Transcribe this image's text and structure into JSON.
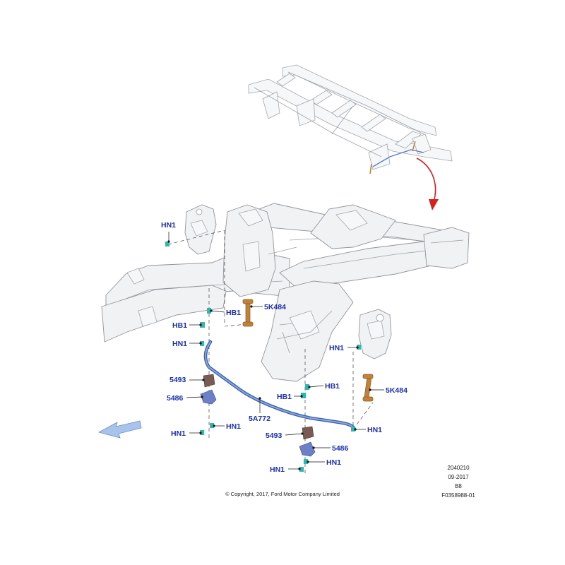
{
  "callouts": {
    "hn1_top_left": "HN1",
    "hb1_upper_right": "HB1",
    "link_5k484_left": "5K484",
    "hb1_left": "HB1",
    "hn1_left_mid": "HN1",
    "bushing_5493_left": "5493",
    "bracket_5486_left": "5486",
    "bar_5a772": "5A772",
    "hn1_bottom_left_a": "HN1",
    "hn1_bottom_left_b": "HN1",
    "hn1_right_upper": "HN1",
    "hb1_right": "HB1",
    "link_5k484_right": "5K484",
    "hn1_right_mid": "HN1",
    "bushing_5493_right": "5493",
    "bracket_5486_right": "5486",
    "hn1_right_lower": "HN1",
    "hn1_bottom_center": "HN1"
  },
  "reference_block": {
    "number": "2040210",
    "date": "09-2017",
    "code": "B8",
    "figure_id": "F0358988-01"
  },
  "copyright": "© Copyright, 2017, Ford Motor Company Limited",
  "colors": {
    "callout_text": "#1a2fb5",
    "stabilizer_bar": "#5b7fc7",
    "link": "#c0813a",
    "bushing": "#7a5a52",
    "bracket": "#6d7fc6",
    "fastener": "#2fb6b0",
    "indicator_arrow": "#d62020",
    "direction_arrow": "#a9c4ea"
  }
}
